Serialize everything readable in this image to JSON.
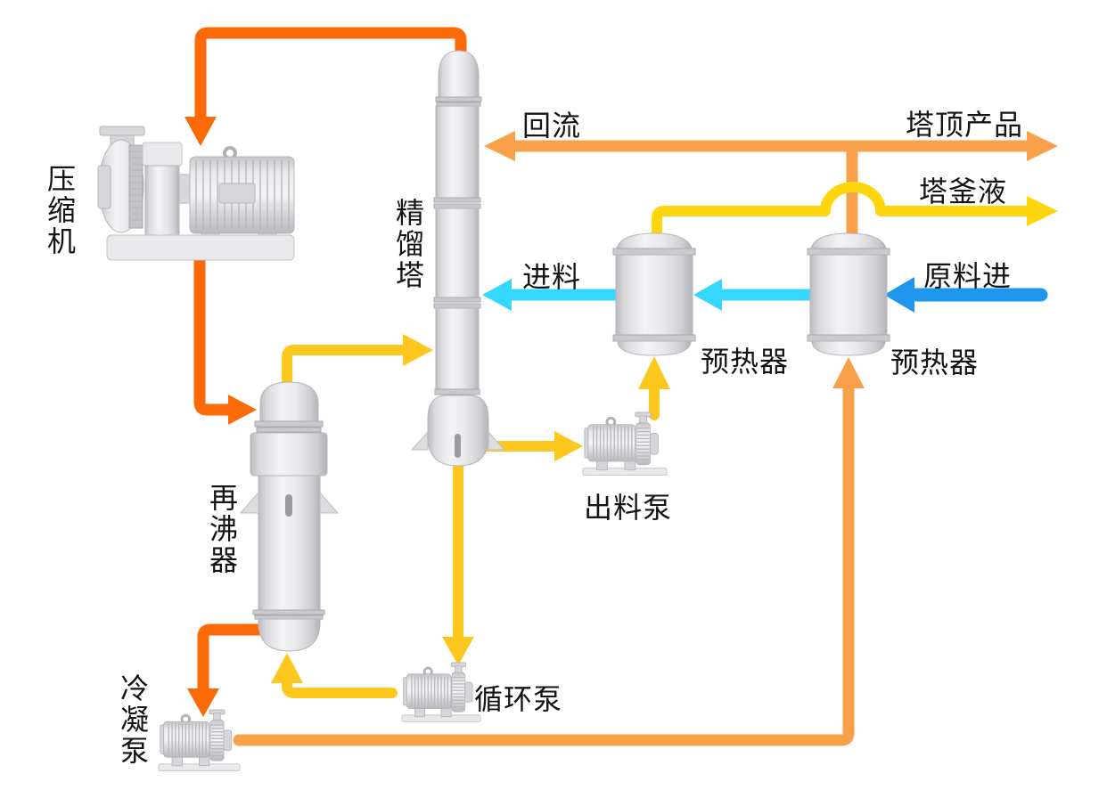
{
  "palette": {
    "deep_orange": "#FB6A06",
    "light_orange": "#F9A04B",
    "yellow": "#FDC71E",
    "bright_yellow": "#FFD60E",
    "cyan": "#35D7FD",
    "blue": "#1E96EE",
    "label_color": "#141414"
  },
  "equipment": {
    "compressor": {
      "label": "压缩机"
    },
    "column": {
      "label": "精馏塔"
    },
    "reboiler": {
      "label": "再沸器"
    },
    "preheater_left": {
      "label": "预热器"
    },
    "preheater_right": {
      "label": "预热器"
    },
    "discharge_pump": {
      "label": "出料泵"
    },
    "circulation_pump": {
      "label": "循环泵"
    },
    "condensate_pump": {
      "label": "冷凝泵"
    }
  },
  "streams": {
    "reflux": {
      "label": "回流"
    },
    "top_product": {
      "label": "塔顶产品"
    },
    "bottoms_liquid": {
      "label": "塔釜液"
    },
    "feed": {
      "label": "进料"
    },
    "raw_material_in": {
      "label": "原料进"
    }
  }
}
